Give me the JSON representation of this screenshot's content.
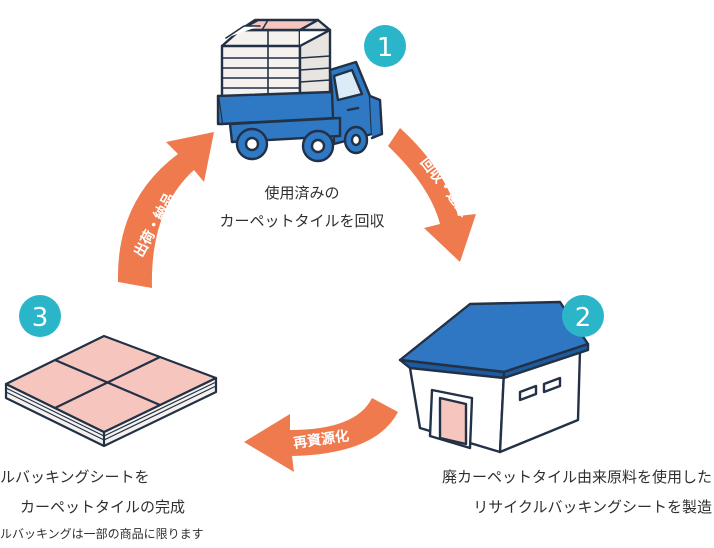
{
  "steps": [
    {
      "number": "1",
      "caption_lines": [
        "使用済みの",
        "カーペットタイルを回収"
      ]
    },
    {
      "number": "2",
      "caption_lines": [
        "廃カーペットタイル由来原料を使用した",
        "リサイクルバッキングシートを製造"
      ]
    },
    {
      "number": "3",
      "caption_lines": [
        "ルバッキングシートを",
        "カーペットタイルの完成"
      ]
    }
  ],
  "arrows": [
    {
      "label": "回収・運搬"
    },
    {
      "label": "再資源化"
    },
    {
      "label": "出荷・納品"
    }
  ],
  "footnote": "ルバッキングは一部の商品に限ります",
  "colors": {
    "badge": "#2bb5c9",
    "arrow": "#ef7a4e",
    "vehicle_blue": "#2e78c4",
    "roof_blue": "#2f77c2",
    "tile_pink": "#f6c6be",
    "outline": "#223146"
  }
}
